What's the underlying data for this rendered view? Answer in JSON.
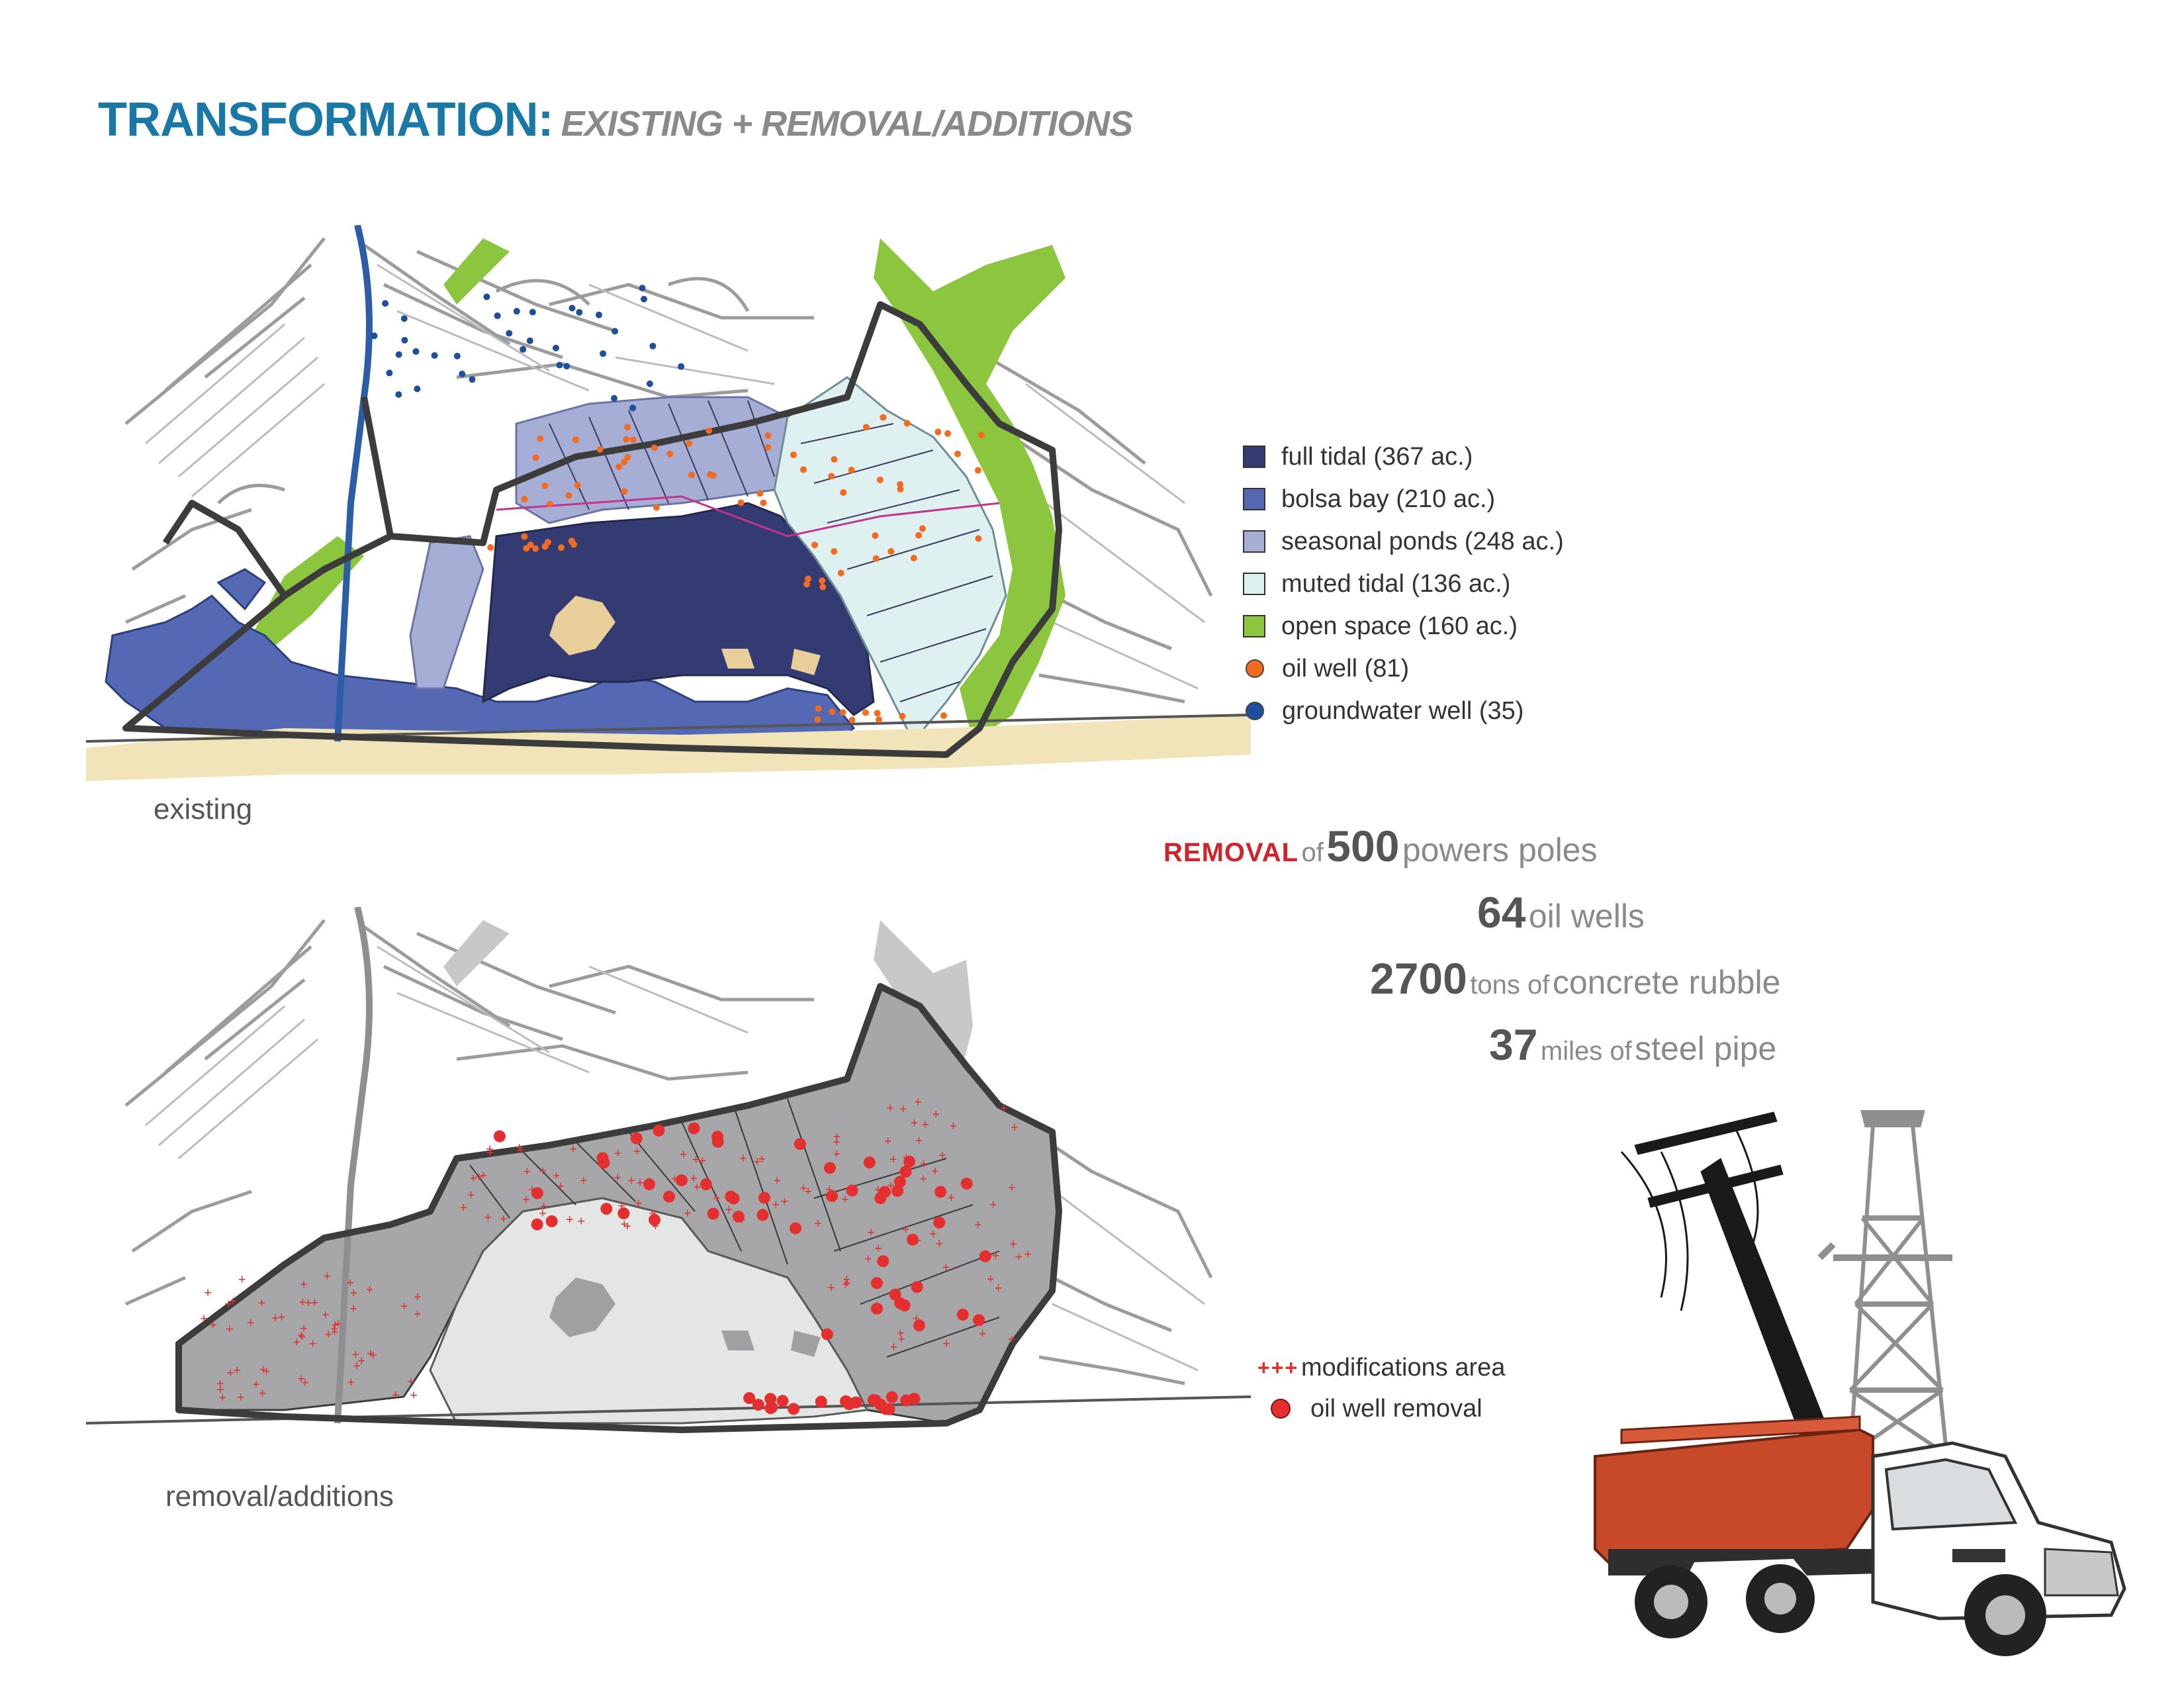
{
  "title": {
    "main": "TRANSFORMATION:",
    "sub": "EXISTING + REMOVAL/ADDITIONS"
  },
  "maps": {
    "existing_caption": "existing",
    "removal_caption": "removal/additions"
  },
  "legend": {
    "items": [
      {
        "label": "full tidal (367 ac.)",
        "color": "#343b73",
        "kind": "swatch"
      },
      {
        "label": "bolsa bay (210 ac.)",
        "color": "#5468b4",
        "kind": "swatch"
      },
      {
        "label": "seasonal ponds (248 ac.)",
        "color": "#a6aed6",
        "kind": "swatch"
      },
      {
        "label": "muted tidal (136 ac.)",
        "color": "#dff0f1",
        "kind": "swatch"
      },
      {
        "label": "open space (160 ac.)",
        "color": "#8cc63f",
        "kind": "swatch"
      },
      {
        "label": "oil well (81)",
        "color": "#f26b21",
        "kind": "dot"
      },
      {
        "label": "groundwater well (35)",
        "color": "#1d4f9c",
        "kind": "dot"
      }
    ]
  },
  "stats": {
    "removal_word": "REMOVAL",
    "of": "of",
    "poles_num": "500",
    "poles_label": "powers poles",
    "wells_num": "64",
    "wells_label": "oil wells",
    "rubble_num": "2700",
    "rubble_of": "tons of",
    "rubble_label": "concrete rubble",
    "pipe_num": "37",
    "pipe_of": "miles of",
    "pipe_label": "steel pipe"
  },
  "mod_legend": {
    "modifications_symbol": "+++",
    "modifications_label": "modifications area",
    "oil_removal_label": "oil well removal",
    "plus_color": "#e03030",
    "dot_color": "#e52f2f"
  },
  "colors": {
    "title_blue": "#1a78a6",
    "removal_red": "#d2232a",
    "beach": "#f1e4b8",
    "boundary": "#3c3c3c",
    "removal_fill": "#a7a7a9",
    "truck_bed": "#c8492a"
  },
  "icons": [
    "power-pole-icon",
    "oil-derrick-icon",
    "dump-truck-icon"
  ]
}
